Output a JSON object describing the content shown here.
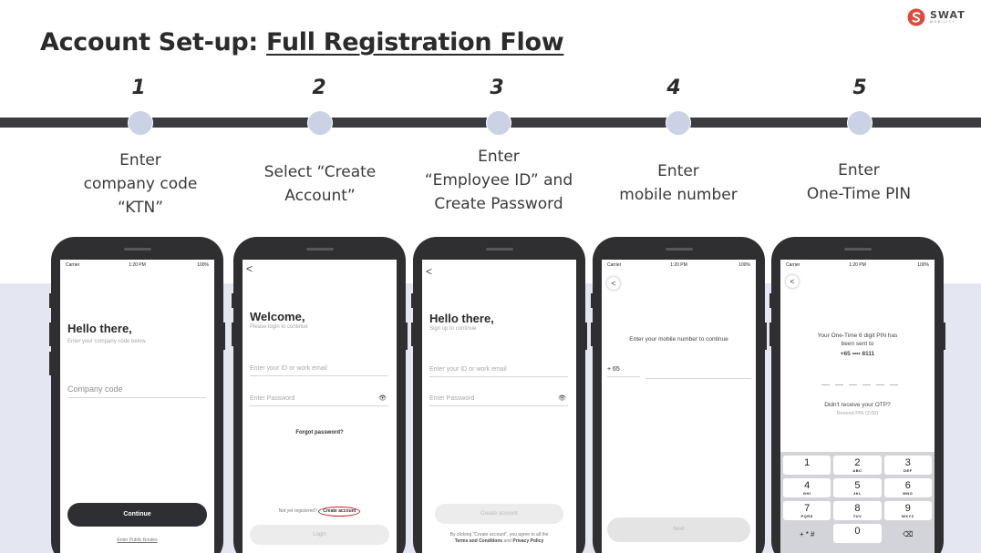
{
  "logo": {
    "word": "SWAT",
    "sub": "MOBILITY",
    "brand_color": "#e0493a"
  },
  "title": {
    "prefix": "Account Set-up: ",
    "underlined": "Full Registration Flow"
  },
  "steps": [
    {
      "number": "1",
      "label": "Enter\ncompany code\n“KTN”"
    },
    {
      "number": "2",
      "label": "Select “Create\nAccount”"
    },
    {
      "number": "3",
      "label": "Enter\n“Employee ID” and\nCreate Password"
    },
    {
      "number": "4",
      "label": "Enter\nmobile number"
    },
    {
      "number": "5",
      "label": "Enter\nOne-Time PIN"
    }
  ],
  "statusbar": {
    "carrier": "Carrier",
    "time": "1:20 PM",
    "battery": "100%"
  },
  "screen1": {
    "heading": "Hello there,",
    "sub": "Enter your company code below",
    "field": "Company code",
    "continue": "Continue",
    "public_routes": "Enter Public Routes"
  },
  "screen2": {
    "back": "<",
    "heading": "Welcome,",
    "sub": "Please login to continue",
    "id_field": "Enter your ID or work email",
    "password_field": "Enter Password",
    "forgot": "Forgot password?",
    "not_registered": "Not yet registered?",
    "create_account": "Create account",
    "login": "Login"
  },
  "screen3": {
    "back": "<",
    "heading": "Hello there,",
    "sub": "Sign up to continue",
    "id_field": "Enter your ID or work email",
    "password_field": "Enter Password",
    "create_button": "Create account",
    "terms_prefix": "By clicking \"Create account\", you agree to all the",
    "terms": "Terms and Conditions",
    "and": "and",
    "privacy": "Privacy Policy"
  },
  "screen4": {
    "back": "<",
    "prompt": "Enter your mobile number to continue",
    "country_code": "+ 65",
    "next": "Next"
  },
  "screen5": {
    "back": "<",
    "pin_line1": "Your One-Time 6 digit PIN has",
    "pin_line2": "been sent to",
    "phone_masked": "+65 •••• 8111",
    "no_otp": "Didn't receive your OTP?",
    "resend": "Resend PIN (2:00)",
    "keys": [
      {
        "n": "1",
        "l": ""
      },
      {
        "n": "2",
        "l": "ABC"
      },
      {
        "n": "3",
        "l": "DEF"
      },
      {
        "n": "4",
        "l": "GHI"
      },
      {
        "n": "5",
        "l": "JKL"
      },
      {
        "n": "6",
        "l": "MNO"
      },
      {
        "n": "7",
        "l": "PQRS"
      },
      {
        "n": "8",
        "l": "TUV"
      },
      {
        "n": "9",
        "l": "WXYZ"
      },
      {
        "n": "+ * #",
        "l": ""
      },
      {
        "n": "0",
        "l": ""
      },
      {
        "n": "⌫",
        "l": ""
      }
    ]
  }
}
